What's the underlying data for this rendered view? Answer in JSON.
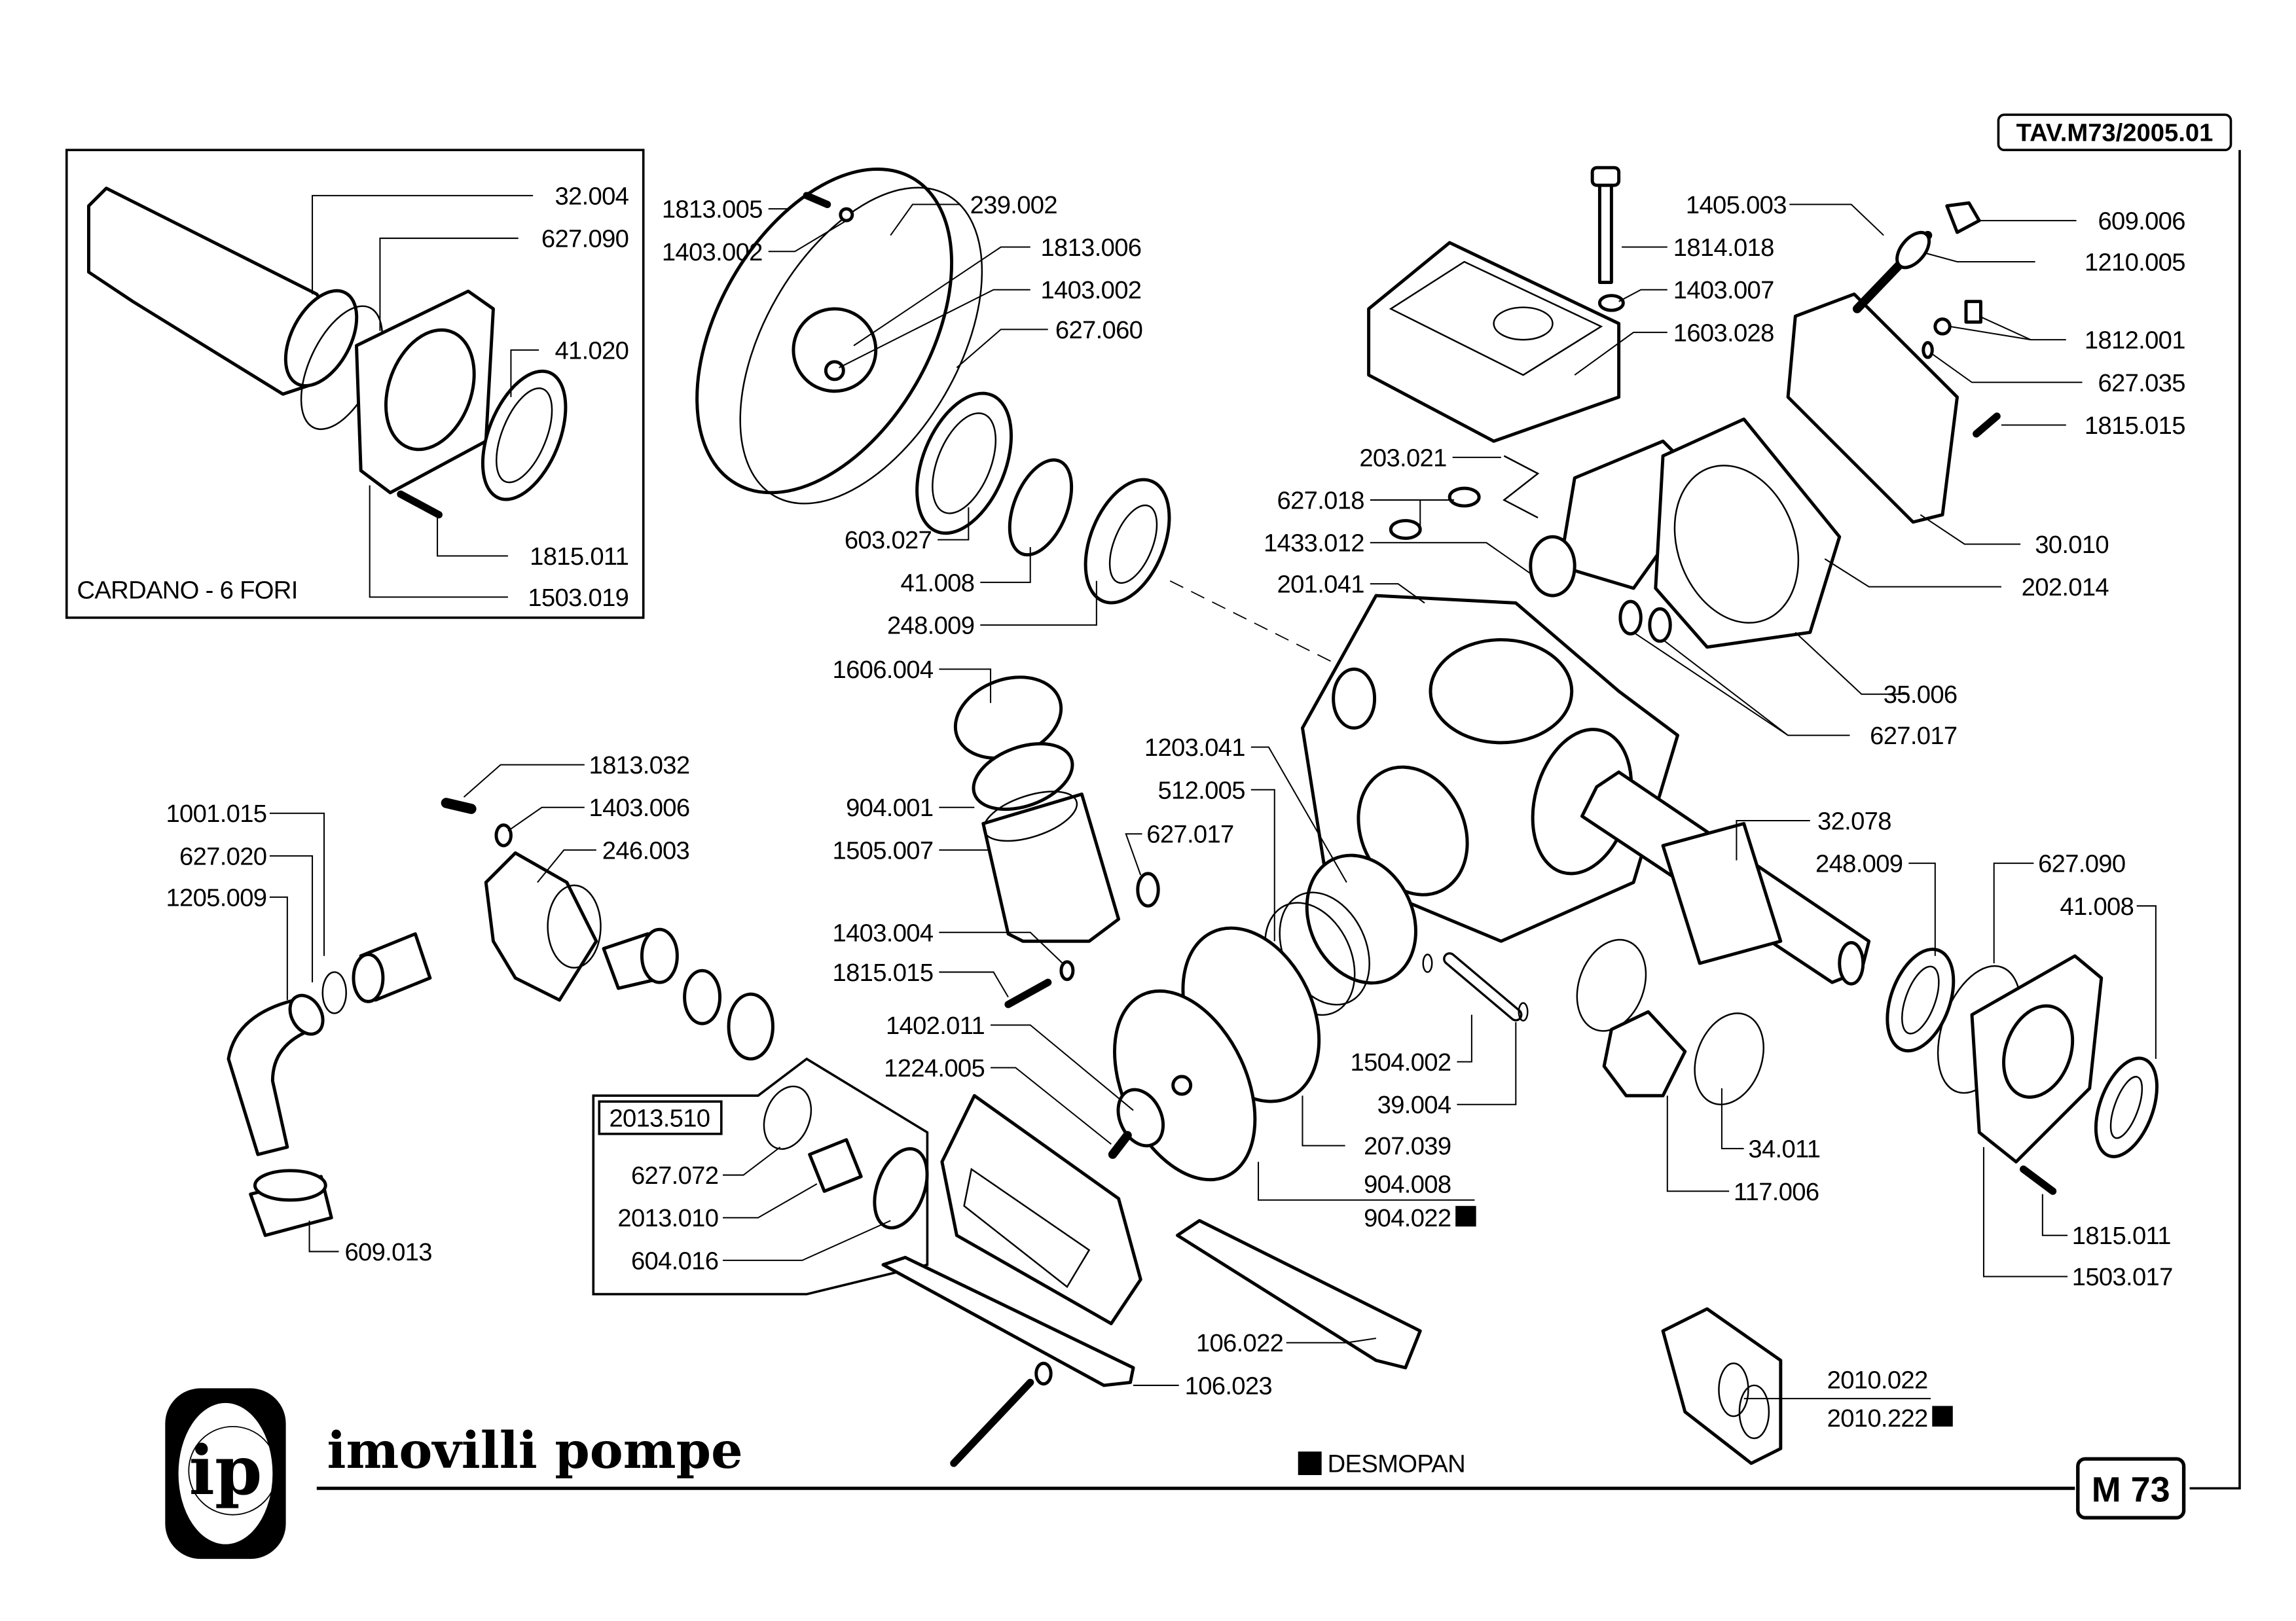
{
  "sheet": {
    "reference": "TAV.M73/2005.01",
    "model_badge": "M 73",
    "brand_logo_initials": "ip",
    "brand_name": "imovilli pompe",
    "legend_marker_icon": "black-square",
    "legend_text": "DESMOPAN"
  },
  "inset": {
    "title": "CARDANO - 6 FORI",
    "labels": [
      "32.004",
      "627.090",
      "41.020",
      "1815.011",
      "1503.019"
    ]
  },
  "kit": {
    "code": "2013.510",
    "labels": [
      "627.072",
      "2013.010",
      "604.016"
    ]
  },
  "labels": {
    "top_left_cover": [
      "1813.005",
      "1403.002",
      "239.002",
      "1813.006",
      "1403.002",
      "627.060"
    ],
    "bearing_stack": [
      "603.027",
      "41.008",
      "248.009"
    ],
    "head": [
      "1814.018",
      "1403.007",
      "1603.028",
      "203.021",
      "627.018",
      "1433.012",
      "201.041"
    ],
    "valve": [
      "1405.003",
      "609.006",
      "1210.005",
      "1812.001",
      "627.035",
      "1815.015",
      "30.010",
      "202.014",
      "35.006",
      "627.017"
    ],
    "filter": [
      "1606.004",
      "904.001",
      "1505.007",
      "627.017",
      "1403.004",
      "1815.015"
    ],
    "piston": [
      "1203.041",
      "512.005",
      "1402.011",
      "1224.005",
      "1504.002",
      "39.004",
      "207.039",
      "904.008",
      "904.022"
    ],
    "inlet": [
      "1813.032",
      "1403.006",
      "246.003",
      "1001.015",
      "627.020",
      "1205.009",
      "609.013"
    ],
    "shaft": [
      "32.078",
      "248.009",
      "627.090",
      "41.008",
      "34.011",
      "117.006",
      "1815.011",
      "1503.017"
    ],
    "base": [
      "106.022",
      "106.023",
      "2010.022",
      "2010.222"
    ]
  },
  "desmopan_marked": [
    "904.022",
    "2010.222"
  ]
}
